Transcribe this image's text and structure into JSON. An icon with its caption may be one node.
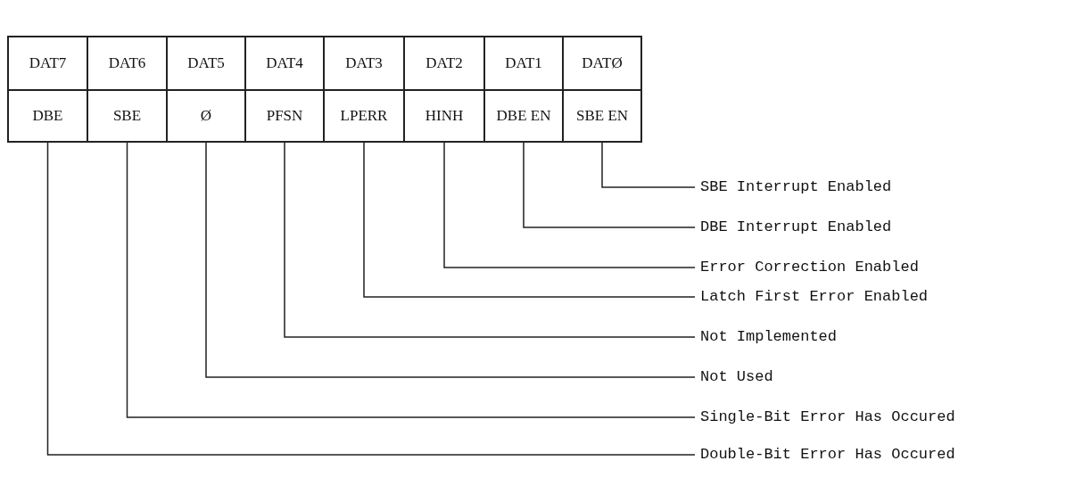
{
  "diagram": {
    "nodes": [
      {
        "text": [
          "DAT7"
        ]
      },
      {
        "text": [
          "DAT6"
        ]
      },
      {
        "text": [
          "DAT5"
        ]
      },
      {
        "text": [
          "DAT4"
        ]
      },
      {
        "text": [
          "DAT3"
        ]
      },
      {
        "text": [
          "DAT2"
        ]
      },
      {
        "text": [
          "DAT1"
        ]
      },
      {
        "text": [
          "DATØ"
        ]
      },
      {
        "text": [
          "DBE"
        ]
      },
      {
        "text": [
          "SBE"
        ]
      },
      {
        "text": [
          "Ø"
        ]
      },
      {
        "text": [
          "PFSN"
        ]
      },
      {
        "text": [
          "LPERR"
        ]
      },
      {
        "text": [
          "HINH"
        ]
      },
      {
        "text": [
          "DBE EN"
        ]
      },
      {
        "text": [
          "SBE EN"
        ]
      },
      {
        "text": [
          "SBE Interrupt Enabled"
        ]
      },
      {
        "text": [
          "DBE Interrupt Enabled"
        ]
      },
      {
        "text": [
          "Error Correction Enabled"
        ]
      },
      {
        "text": [
          "Latch First Error Enabled"
        ]
      },
      {
        "text": [
          "Not Implemented"
        ]
      },
      {
        "text": [
          "Not Used"
        ]
      },
      {
        "text": [
          "Single-Bit Error Has Occured"
        ]
      },
      {
        "text": [
          "Double-Bit Error Has Occured"
        ]
      }
    ],
    "edges": [
      {
        "from": 15,
        "to": 16,
        "arrow": "none"
      },
      {
        "from": 14,
        "to": 17,
        "arrow": "none"
      },
      {
        "from": 13,
        "to": 18,
        "arrow": "none"
      },
      {
        "from": 12,
        "to": 19,
        "arrow": "none"
      },
      {
        "from": 11,
        "to": 20,
        "arrow": "none"
      },
      {
        "from": 10,
        "to": 21,
        "arrow": "none"
      },
      {
        "from": 9,
        "to": 22,
        "arrow": "none"
      },
      {
        "from": 8,
        "to": 23,
        "arrow": "none"
      }
    ]
  }
}
